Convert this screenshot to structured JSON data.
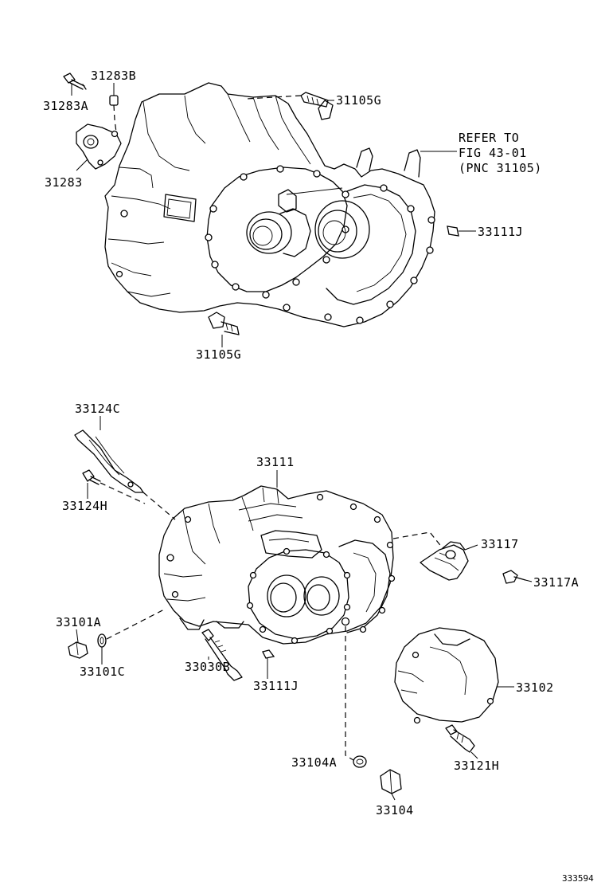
{
  "labels": {
    "p31283B": "31283B",
    "p31283A": "31283A",
    "p31283": "31283",
    "p31105G_top": "31105G",
    "refer_line1": "REFER TO",
    "refer_line2": "FIG 43-01",
    "refer_line3": "(PNC 31105)",
    "p33111J_top": "33111J",
    "p31105G_bottom": "31105G",
    "p33124C": "33124C",
    "p33124H": "33124H",
    "p33111": "33111",
    "p33117": "33117",
    "p33117A": "33117A",
    "p33101A": "33101A",
    "p33101C": "33101C",
    "p33030B": "33030B",
    "p33111J_bottom": "33111J",
    "p33102": "33102",
    "p33121H": "33121H",
    "p33104A": "33104A",
    "p33104": "33104"
  },
  "figure_id": "333594"
}
